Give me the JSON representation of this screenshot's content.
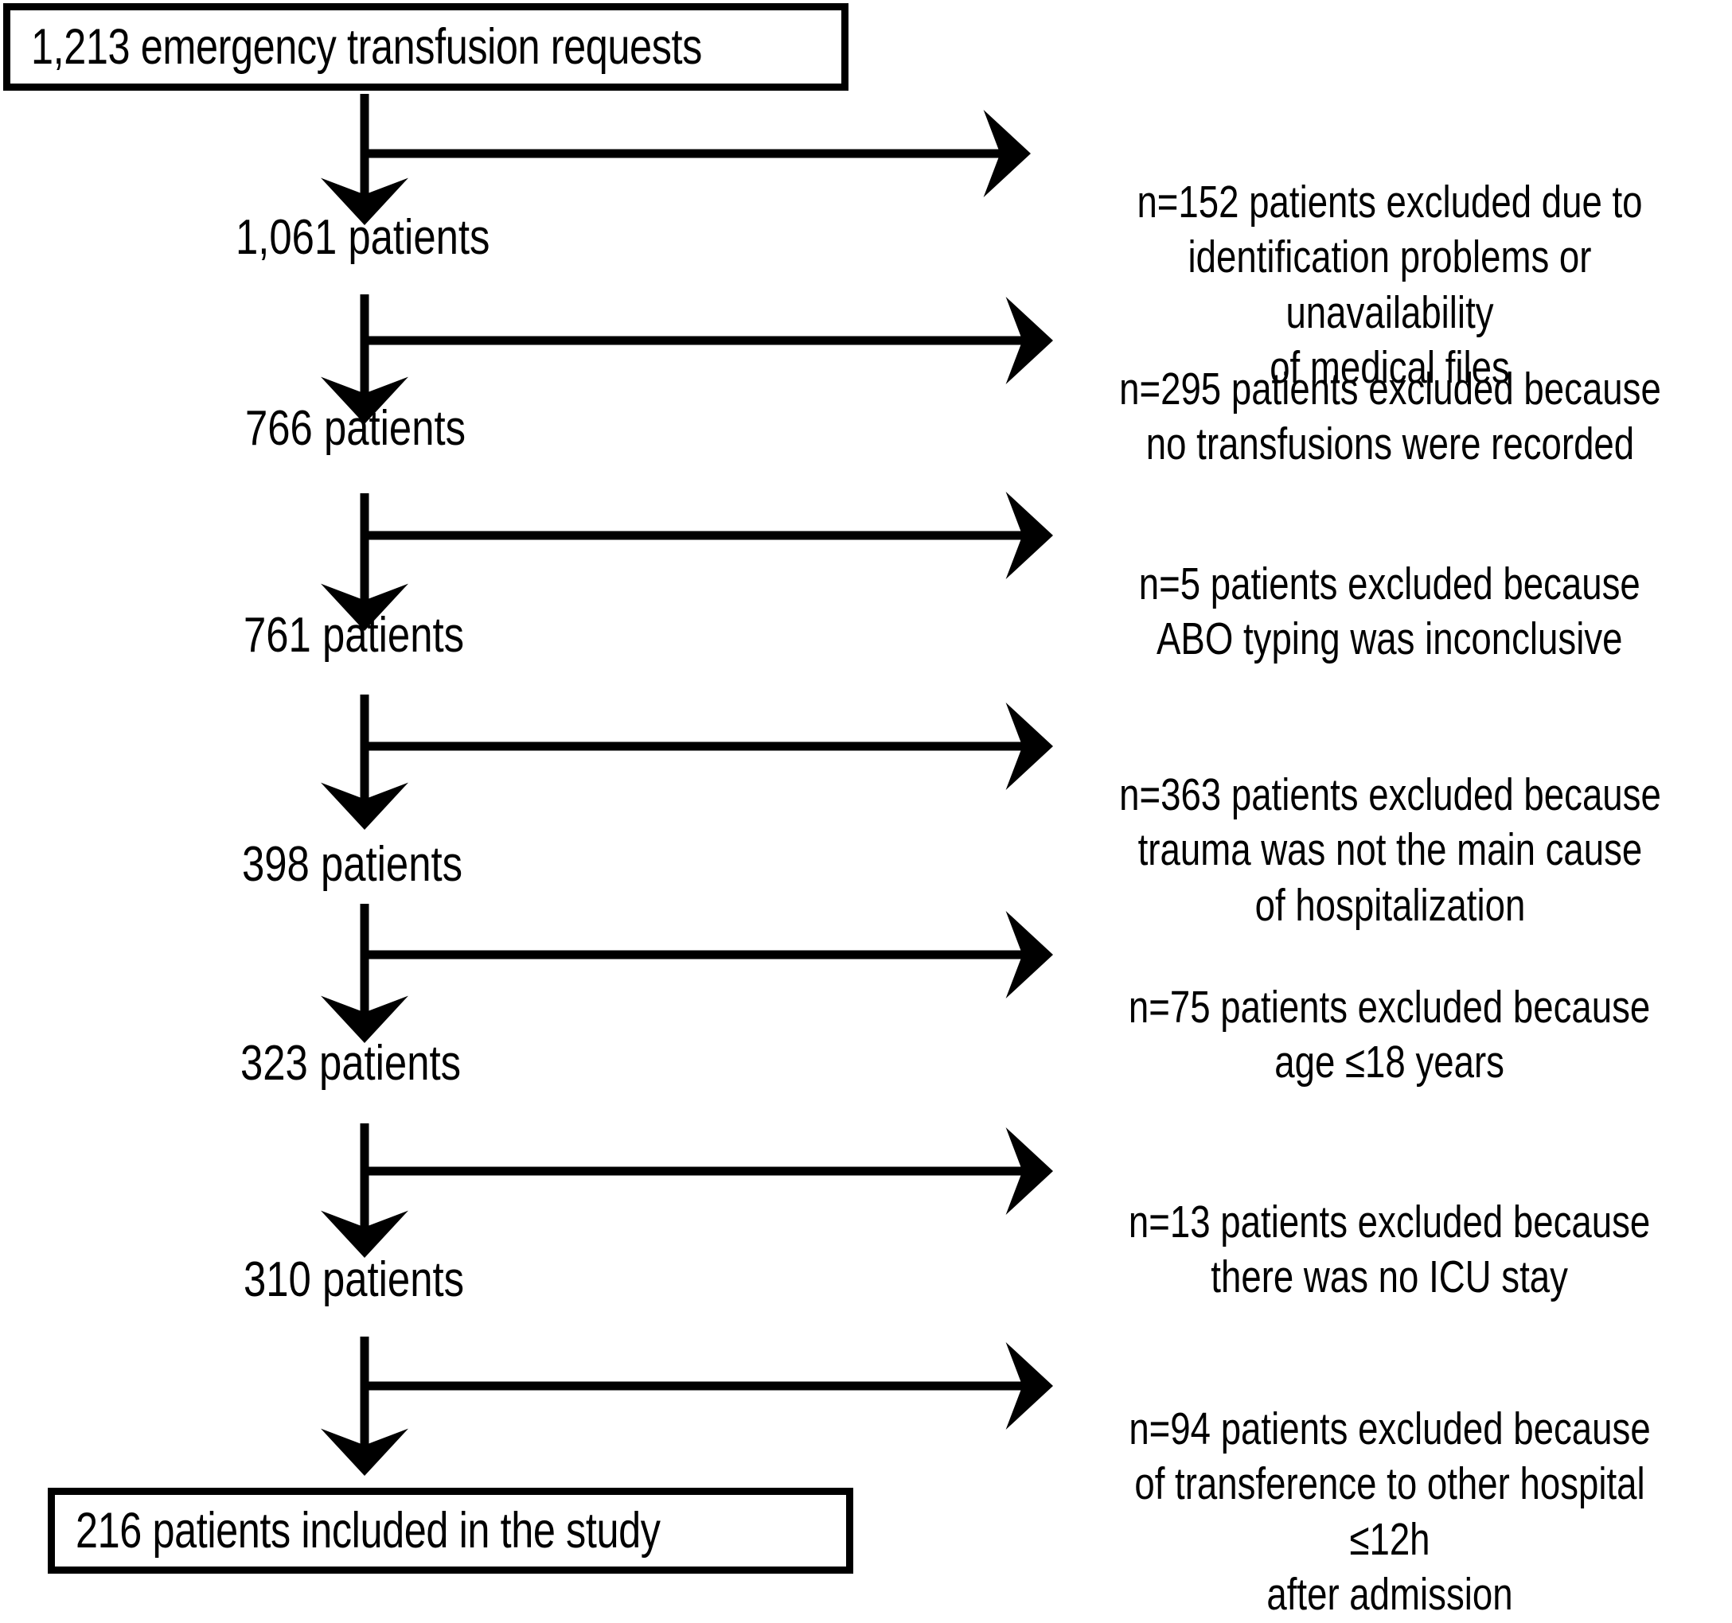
{
  "figure": {
    "type": "flowchart",
    "subtype": "study-selection-flow-diagram",
    "orientation": "top-to-bottom with lateral exclusion branches"
  },
  "nodes": {
    "start_box": {
      "label": "1,213 emergency transfusion requests",
      "count": 1213,
      "unit": "emergency transfusion requests",
      "boxed": true
    },
    "end_box": {
      "label": "216 patients included in the study",
      "count": 216,
      "unit": "patients included in the study",
      "boxed": true
    }
  },
  "stages": [
    {
      "label": "1,061 patients",
      "count": 1061
    },
    {
      "label": "766 patients",
      "count": 766
    },
    {
      "label": "761 patients",
      "count": 761
    },
    {
      "label": "398 patients",
      "count": 398
    },
    {
      "label": "323 patients",
      "count": 323
    },
    {
      "label": "310 patients",
      "count": 310
    }
  ],
  "exclusions": [
    {
      "n": 152,
      "text": "n=152 patients excluded due to\nidentification problems or unavailability\nof medical files",
      "lines": [
        "n=152 patients excluded due to",
        "identification problems or unavailability",
        "of medical files"
      ]
    },
    {
      "n": 295,
      "text": "n=295 patients excluded because\nno transfusions were recorded",
      "lines": [
        "n=295 patients excluded because",
        "no transfusions were recorded"
      ]
    },
    {
      "n": 5,
      "text": "n=5 patients excluded because\nABO typing was inconclusive",
      "lines": [
        "n=5 patients excluded because",
        "ABO typing was inconclusive"
      ]
    },
    {
      "n": 363,
      "text": "n=363 patients excluded because\ntrauma was not the main cause\nof hospitalization",
      "lines": [
        "n=363 patients excluded because",
        "trauma was not the main cause",
        "of hospitalization"
      ]
    },
    {
      "n": 75,
      "text": "n=75 patients excluded because\nage ≤18 years",
      "lines": [
        "n=75 patients excluded because",
        "age ≤18 years"
      ]
    },
    {
      "n": 13,
      "text": "n=13 patients excluded because\nthere was no ICU stay",
      "lines": [
        "n=13 patients excluded because",
        "there was no ICU stay"
      ]
    },
    {
      "n": 94,
      "text": "n=94 patients excluded because\nof transference to other hospital ≤12h\nafter admission",
      "lines": [
        "n=94 patients excluded because",
        "of transference to other hospital ≤12h",
        "after admission"
      ]
    }
  ],
  "colors": {
    "stroke": "#000000",
    "text": "#000000",
    "background": "#ffffff"
  }
}
